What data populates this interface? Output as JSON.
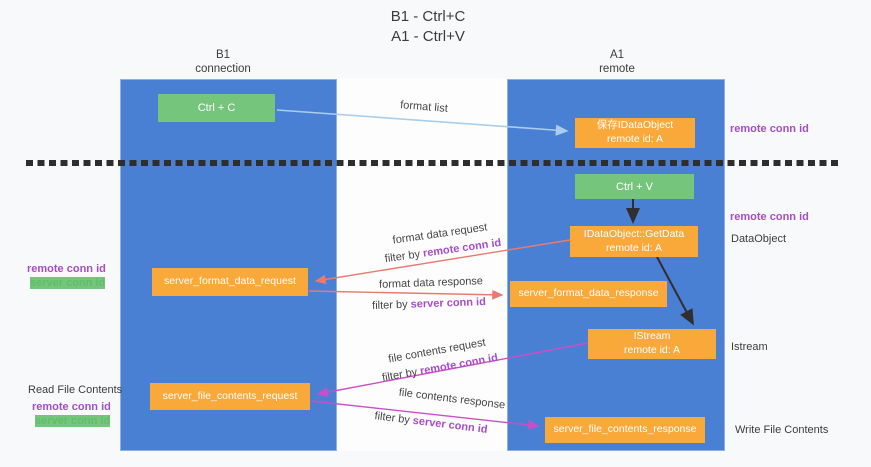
{
  "title": {
    "line1": "B1 - Ctrl+C",
    "line2": "A1 - Ctrl+V"
  },
  "lifelines": {
    "left": {
      "name": "B1",
      "role": "connection"
    },
    "right": {
      "name": "A1",
      "role": "remote"
    }
  },
  "nodes": {
    "ctrl_c": "Ctrl + C",
    "ctrl_v": "Ctrl + V",
    "save_dataobject": {
      "line1": "保存IDataObject",
      "line2": "remote id: A"
    },
    "getdata": {
      "line1": "IDataObject::GetData",
      "line2": "remote id: A"
    },
    "istream": {
      "line1": "IStream",
      "line2": "remote id: A"
    },
    "server_format_data_request": "server_format_data_request",
    "server_format_data_response": "server_format_data_response",
    "server_file_contents_request": "server_file_contents_request",
    "server_file_contents_response": "server_file_contents_response"
  },
  "messages": {
    "format_list": "format list",
    "format_data_request": "format data request",
    "format_data_request_filter_prefix": "filter by ",
    "format_data_request_filter_key": "remote conn id",
    "format_data_response": "format data response",
    "format_data_response_filter_prefix": "filter by ",
    "format_data_response_filter_key": "server conn id",
    "file_contents_request": "file contents request",
    "file_contents_request_filter_prefix": "filter by ",
    "file_contents_request_filter_key": "remote conn id",
    "file_contents_response": "file contents response",
    "file_contents_response_filter_prefix": "filter by ",
    "file_contents_response_filter_key": "server conn id"
  },
  "side_labels": {
    "right_remote_conn_id_top": "remote conn id",
    "right_remote_conn_id_mid": "remote conn id",
    "right_dataobject": "DataObject",
    "right_istream": "Istream",
    "right_write_file": "Write File Contents",
    "left_remote_conn_id_top": "remote conn id",
    "left_server_conn_id_top": "server conn id",
    "left_read_file": "Read File Contents",
    "left_remote_conn_id_bottom": "remote conn id",
    "left_server_conn_id_bottom": "server conn id"
  },
  "colors": {
    "lifeline_blue": "#4a80d4",
    "node_green": "#76c57c",
    "node_orange": "#f9a83a",
    "arrow_light_blue": "#aacdeb",
    "arrow_salmon": "#e97a70",
    "arrow_magenta": "#cb4ec6",
    "arrow_black": "#2f2f2f",
    "text_purple": "#a64dc8",
    "text_green": "#5fbe6a",
    "text_dark": "#3c3c3c"
  }
}
